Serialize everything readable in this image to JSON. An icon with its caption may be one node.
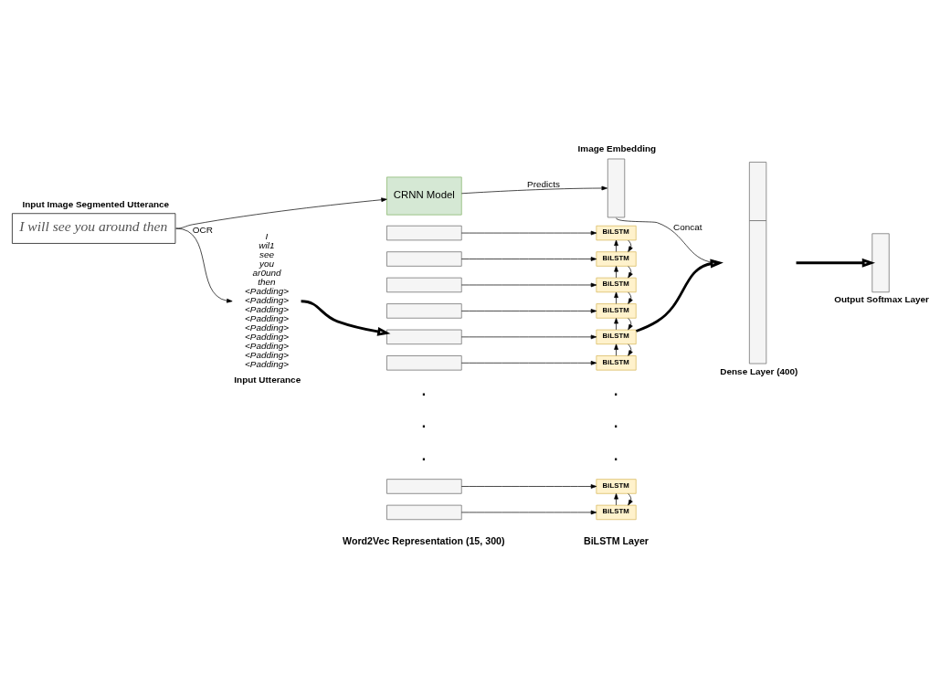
{
  "diagram": {
    "nodes": [
      {
        "text": [
          "Input Image Segmented Utterance",
          "I will see you around then"
        ]
      },
      {
        "text": [
          "CRNN Model"
        ]
      },
      {
        "text": [
          "Image Embedding"
        ]
      },
      {
        "text": [
          "I",
          "wil1",
          "see",
          "you",
          "ar0und",
          "then",
          "<Padding>",
          "<Padding>",
          "<Padding>",
          "<Padding>",
          "<Padding>",
          "<Padding>",
          "<Padding>",
          "<Padding>",
          "<Padding>",
          "Input Utterance"
        ]
      },
      {
        "text": [],
        "shape": "box"
      },
      {
        "text": [],
        "shape": "box"
      },
      {
        "text": [],
        "shape": "box"
      },
      {
        "text": [],
        "shape": "box"
      },
      {
        "text": [],
        "shape": "box"
      },
      {
        "text": [],
        "shape": "box"
      },
      {
        "text": [],
        "shape": "box"
      },
      {
        "text": [],
        "shape": "box"
      },
      {
        "text": [
          "BiLSTM"
        ]
      },
      {
        "text": [
          "BiLSTM"
        ]
      },
      {
        "text": [
          "BiLSTM"
        ]
      },
      {
        "text": [
          "BiLSTM"
        ]
      },
      {
        "text": [
          "BiLSTM"
        ]
      },
      {
        "text": [
          "BiLSTM"
        ]
      },
      {
        "text": [
          "BiLSTM"
        ]
      },
      {
        "text": [
          "BiLSTM"
        ]
      },
      {
        "text": [
          "Dense Layer (400)"
        ]
      },
      {
        "text": [
          "Output Softmax Layer"
        ]
      }
    ],
    "edges": [
      {
        "from": 0,
        "to": 1,
        "arrow": "to"
      },
      {
        "from": 1,
        "to": 2,
        "arrow": "to",
        "label": "Predicts"
      },
      {
        "from": 0,
        "to": 3,
        "arrow": "to",
        "label": "OCR"
      },
      {
        "from": 2,
        "to": 20,
        "arrow": "to",
        "label": "Concat"
      },
      {
        "from": 3,
        "to": 8,
        "arrow": "to",
        "style": "thick"
      },
      {
        "from": 4,
        "to": 12,
        "arrow": "to"
      },
      {
        "from": 5,
        "to": 13,
        "arrow": "to"
      },
      {
        "from": 6,
        "to": 14,
        "arrow": "to"
      },
      {
        "from": 7,
        "to": 15,
        "arrow": "to"
      },
      {
        "from": 8,
        "to": 16,
        "arrow": "to"
      },
      {
        "from": 9,
        "to": 17,
        "arrow": "to"
      },
      {
        "from": 10,
        "to": 18,
        "arrow": "to"
      },
      {
        "from": 11,
        "to": 19,
        "arrow": "to"
      },
      {
        "from": 12,
        "to": 13,
        "arrow": "to"
      },
      {
        "from": 13,
        "to": 12,
        "arrow": "to"
      },
      {
        "from": 13,
        "to": 14,
        "arrow": "to"
      },
      {
        "from": 14,
        "to": 13,
        "arrow": "to"
      },
      {
        "from": 14,
        "to": 15,
        "arrow": "to"
      },
      {
        "from": 15,
        "to": 14,
        "arrow": "to"
      },
      {
        "from": 15,
        "to": 16,
        "arrow": "to"
      },
      {
        "from": 16,
        "to": 15,
        "arrow": "to"
      },
      {
        "from": 16,
        "to": 17,
        "arrow": "to"
      },
      {
        "from": 17,
        "to": 16,
        "arrow": "to"
      },
      {
        "from": 18,
        "to": 19,
        "arrow": "to"
      },
      {
        "from": 19,
        "to": 18,
        "arrow": "to"
      },
      {
        "from": 16,
        "to": 20,
        "arrow": "to",
        "style": "thick"
      },
      {
        "from": 20,
        "to": 21,
        "arrow": "to",
        "style": "thick"
      }
    ],
    "labels": [
      ".",
      ".",
      ".",
      ".",
      ".",
      ".",
      "Word2Vec Representation (15, 300)",
      "BiLSTM Layer"
    ]
  }
}
